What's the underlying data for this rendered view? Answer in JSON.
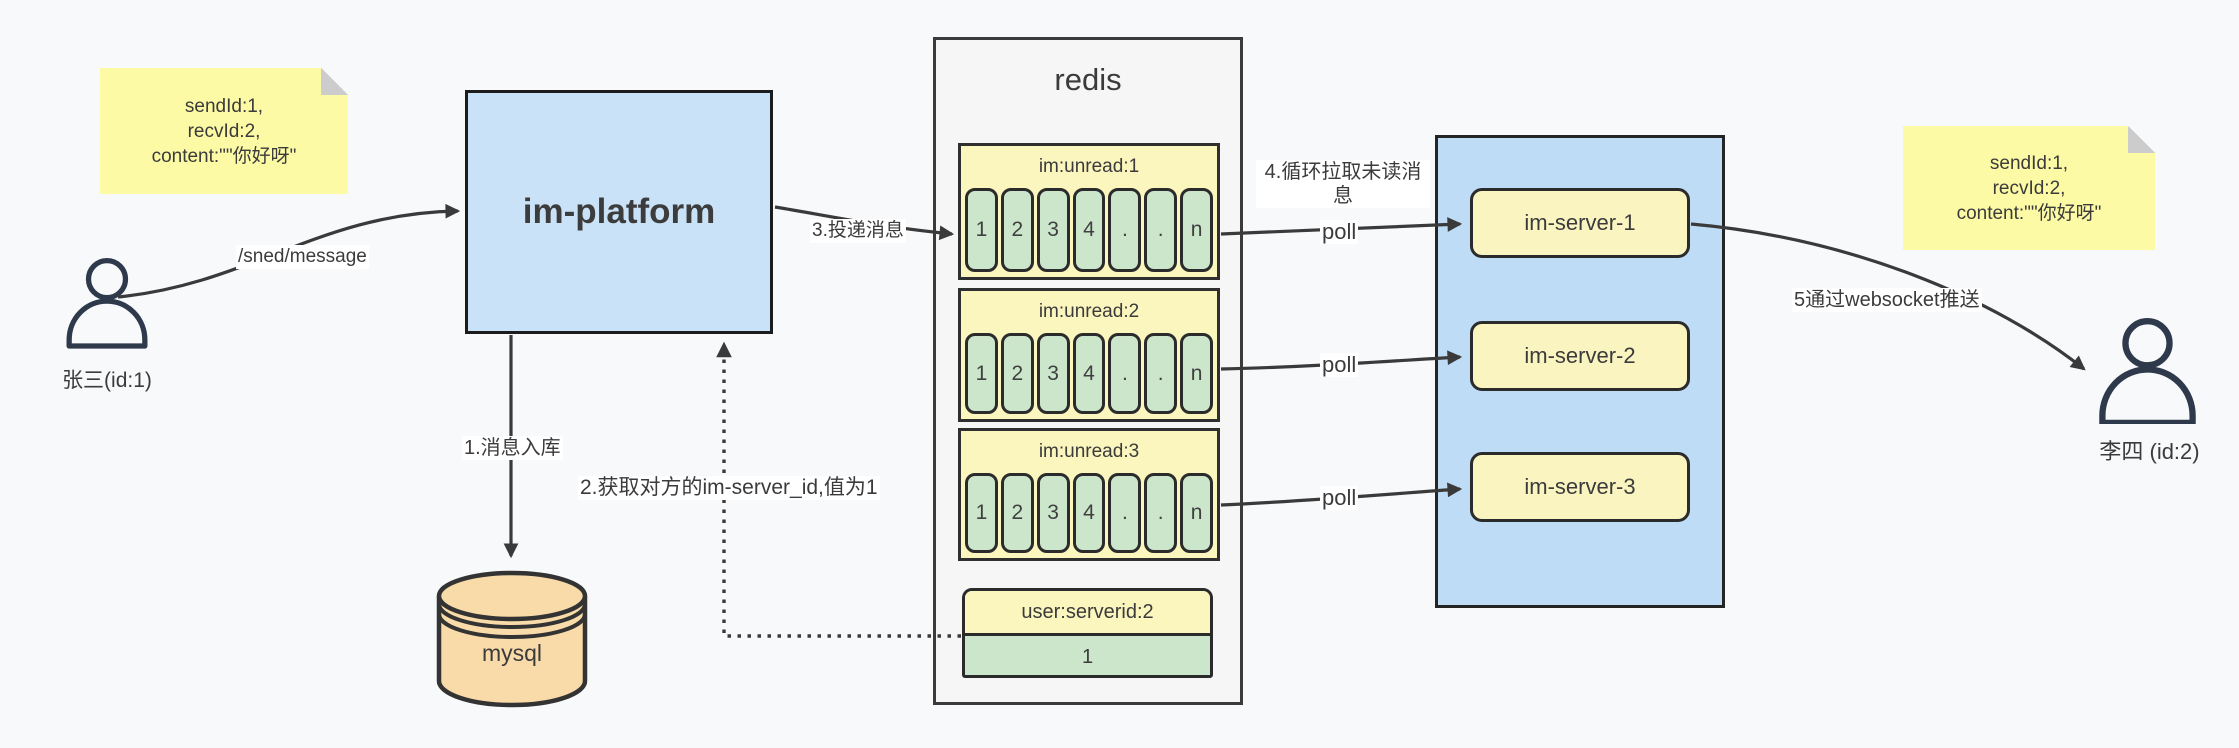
{
  "actors": {
    "sender": {
      "label": "张三(id:1)"
    },
    "receiver": {
      "label": "李四 (id:2)"
    }
  },
  "notes": {
    "left": {
      "lines": [
        "sendId:1,",
        "recvId:2,",
        "content:\"\"你好呀\""
      ]
    },
    "right": {
      "lines": [
        "sendId:1,",
        "recvId:2,",
        "content:\"\"你好呀\""
      ]
    }
  },
  "platform": {
    "label": "im-platform"
  },
  "database": {
    "label": "mysql"
  },
  "redis": {
    "title": "redis",
    "queues": [
      {
        "name": "im:unread:1",
        "cells": [
          "1",
          "2",
          "3",
          "4",
          ".",
          ".",
          "n"
        ]
      },
      {
        "name": "im:unread:2",
        "cells": [
          "1",
          "2",
          "3",
          "4",
          ".",
          ".",
          "n"
        ]
      },
      {
        "name": "im:unread:3",
        "cells": [
          "1",
          "2",
          "3",
          "4",
          ".",
          ".",
          "n"
        ]
      }
    ],
    "kv": {
      "key": "user:serverid:2",
      "value": "1"
    }
  },
  "server_group": {
    "servers": [
      {
        "label": "im-server-1"
      },
      {
        "label": "im-server-2"
      },
      {
        "label": "im-server-3"
      }
    ]
  },
  "edges": {
    "send_api": "/sned/message",
    "step1": "1.消息入库",
    "step2": "2.获取对方的im-server_id,值为1",
    "step3": "3.投递消息",
    "step4": "4.循环拉取未读消息",
    "step5": "5通过websocket推送",
    "poll": "poll"
  },
  "colors": {
    "sticky_note": "#fcfaa5",
    "note_fold": "#cccccc",
    "platform_blue": "#c9e2f8",
    "group_blue": "#bedcf6",
    "block_yellow": "#fbf5be",
    "cell_green": "#cce6cc",
    "mysql_tan": "#f8dba9",
    "line_dark": "#3a3a3a",
    "redis_bg": "#f6f6f6"
  }
}
